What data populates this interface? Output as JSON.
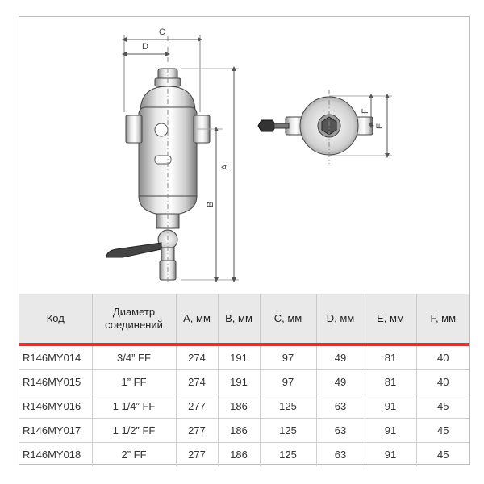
{
  "dimension_labels": {
    "a": "A",
    "b": "B",
    "c": "C",
    "d": "D",
    "e": "E",
    "f": "F"
  },
  "table": {
    "headers": [
      "Код",
      "Диаметр соединений",
      "A, мм",
      "B, мм",
      "C, мм",
      "D, мм",
      "E, мм",
      "F, мм"
    ],
    "rows": [
      [
        "R146MY014",
        "3/4” FF",
        "274",
        "191",
        "97",
        "49",
        "81",
        "40"
      ],
      [
        "R146MY015",
        "1” FF",
        "274",
        "191",
        "97",
        "49",
        "81",
        "40"
      ],
      [
        "R146MY016",
        "1 1/4” FF",
        "277",
        "186",
        "125",
        "63",
        "91",
        "45"
      ],
      [
        "R146MY017",
        "1 1/2” FF",
        "277",
        "186",
        "125",
        "63",
        "91",
        "45"
      ],
      [
        "R146MY018",
        "2” FF",
        "277",
        "186",
        "125",
        "63",
        "91",
        "45"
      ]
    ]
  },
  "colors": {
    "header_underline": "#d83535",
    "header_background": "#e9e9e9"
  }
}
